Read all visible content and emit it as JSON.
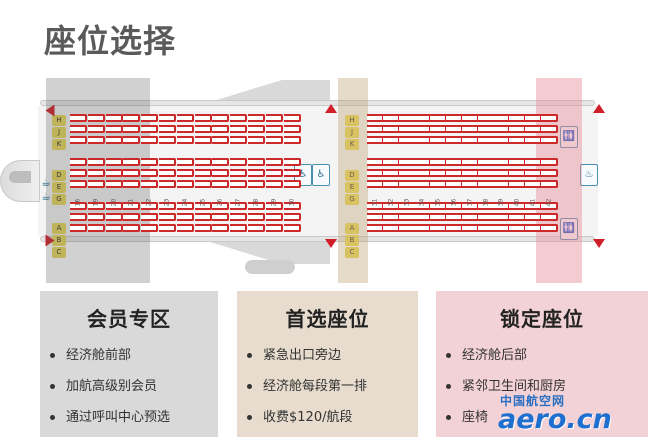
{
  "title": "座位选择",
  "seatmap": {
    "letters_front": [
      "H",
      "J",
      "K",
      "D",
      "E",
      "G",
      "A",
      "B",
      "C"
    ],
    "letters_mid": [
      "H",
      "J",
      "K",
      "D",
      "E",
      "G",
      "A",
      "B",
      "C"
    ],
    "rows_front": [
      "16",
      "19",
      "20",
      "21",
      "22",
      "23",
      "24",
      "25",
      "26",
      "27",
      "28",
      "29",
      "30"
    ],
    "rows_rear": [
      "31",
      "32",
      "33",
      "34",
      "35",
      "36",
      "37",
      "38",
      "39",
      "40",
      "41",
      "42"
    ],
    "colors": {
      "seat": "#cc2a2a",
      "exit": "#d11f2a",
      "letters": "#e8d75a"
    }
  },
  "cards": [
    {
      "title": "会员专区",
      "items": [
        "经济舱前部",
        "加航高级别会员",
        "通过呼叫中心预选"
      ]
    },
    {
      "title": "首选座位",
      "items": [
        "紧急出口旁边",
        "经济舱每段第一排",
        "收费$120/航段"
      ]
    },
    {
      "title": "锁定座位",
      "items": [
        "经济舱后部",
        "紧邻卫生间和厨房",
        "座椅"
      ]
    }
  ],
  "watermark": {
    "cn": "中国航空网",
    "en": "aero.cn"
  }
}
